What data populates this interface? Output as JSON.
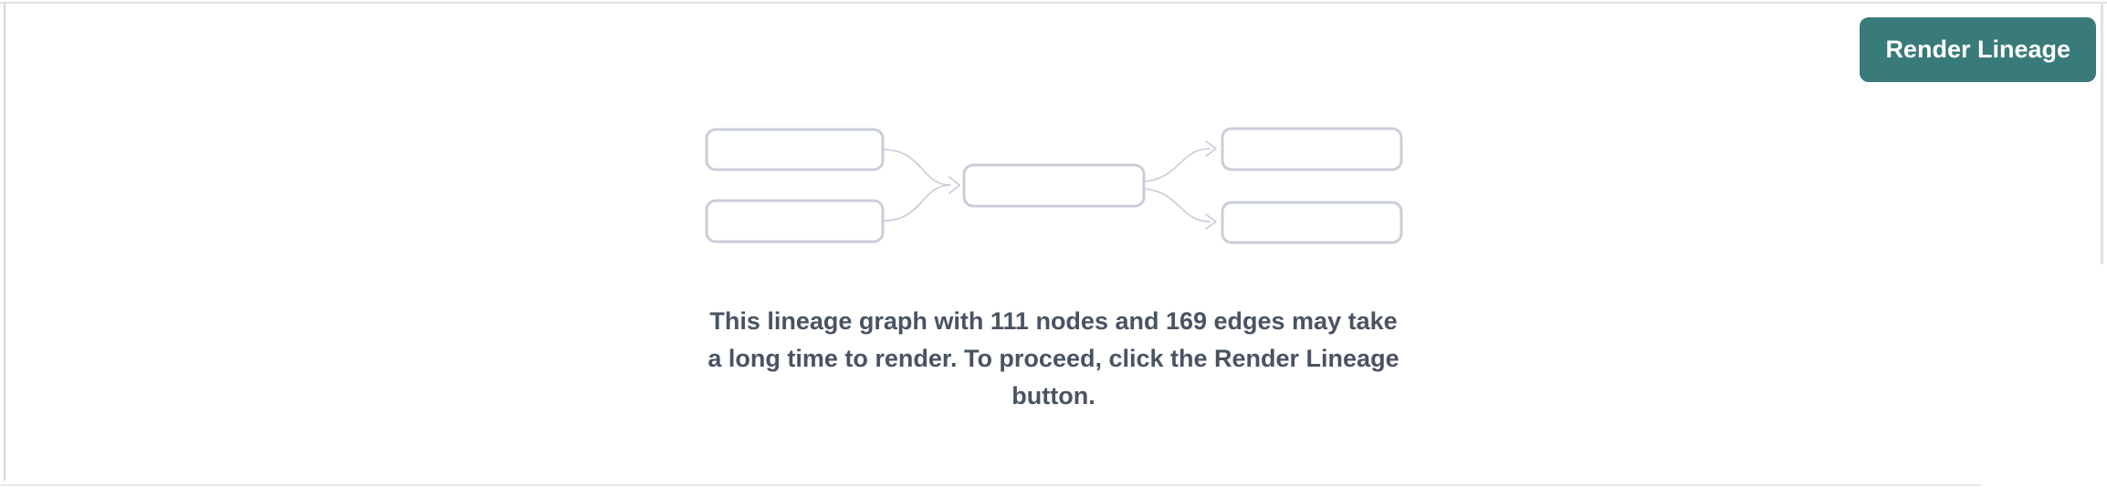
{
  "pane": {
    "name": "lineage-graph-pane"
  },
  "toolbar": {
    "render_button_label": "Render Lineage"
  },
  "empty_state": {
    "illustration": "lineage-graph-placeholder-icon",
    "node_count": "111",
    "edge_count": "169",
    "message_full": "This lineage graph with 111 nodes and 169 edges may take a long time to render. To proceed, click the Render Lineage button.",
    "message_lines": [
      "This lineage graph with 111 nodes and 169 edges may take",
      "a long time to render. To proceed, click the Render Lineage",
      "button."
    ]
  },
  "colors": {
    "accent_teal": "#397a7b",
    "button_text": "#ffffff",
    "box_border": "#c9ced8",
    "edge_line": "#c6ccd6",
    "message_text": "#4a5363",
    "border_top_c": "#e0e1e3",
    "border_left_c": "#d5d6d8",
    "border_bottom_c": "#e8e9eb",
    "scroll_thumb_c": "#e1e2e4"
  }
}
